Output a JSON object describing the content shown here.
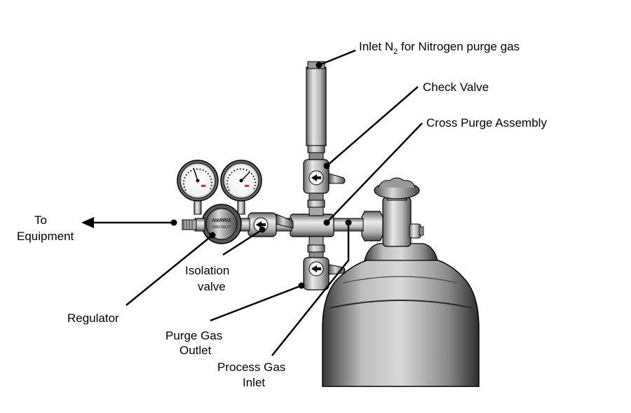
{
  "labels": {
    "inlet_prefix": "Inlet N",
    "inlet_subscript": "2",
    "inlet_suffix": " for Nitrogen purge gas",
    "check_valve": "Check Valve",
    "cross_purge": "Cross Purge Assembly",
    "to_equipment_line1": "To",
    "to_equipment_line2": "Equipment",
    "isolation_line1": "Isolation",
    "isolation_line2": "valve",
    "regulator": "Regulator",
    "purge_outlet_line1": "Purge Gas",
    "purge_outlet_line2": "Outlet",
    "process_inlet_line1": "Process Gas",
    "process_inlet_line2": "Inlet"
  },
  "regulator_brand_line1": "HARRIS",
  "regulator_brand_line2": "SPECIALTY",
  "colors": {
    "line": "#000000",
    "metal_light": "#e6e6e6",
    "metal_mid": "#a8a8a8",
    "metal_dark": "#5a5a5a",
    "cylinder_light": "#d8d8d8",
    "cylinder_dark": "#3a3a3a"
  }
}
